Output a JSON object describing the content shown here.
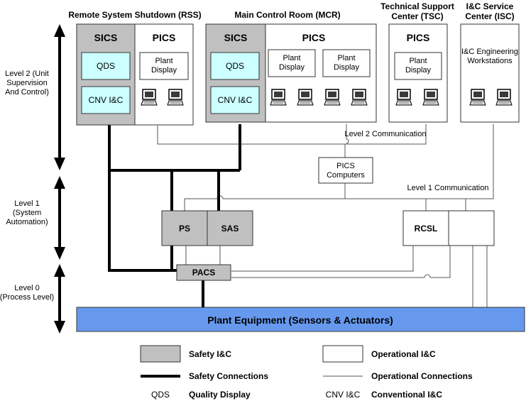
{
  "headers": {
    "rss": "Remote System Shutdown (RSS)",
    "mcr": "Main Control Room (MCR)",
    "tsc_line1": "Technical Support",
    "tsc_line2": "Center (TSC)",
    "isc_line1": "I&C Service",
    "isc_line2": "Center (ISC)"
  },
  "levels": {
    "l2": [
      "Level 2 (Unit",
      "Supervision",
      "And Control)"
    ],
    "l1": [
      "Level 1",
      "(System",
      "Automation)"
    ],
    "l0": [
      "Level 0",
      "(Process Level)"
    ]
  },
  "boxes": {
    "sics": "SICS",
    "pics": "PICS",
    "qds": "QDS",
    "cnv": "CNV I&C",
    "plant_display": [
      "Plant",
      "Display"
    ],
    "isc_workstations": [
      "I&C Engineering",
      "Workstations"
    ],
    "pics_computers": [
      "PICS",
      "Computers"
    ],
    "ps": "PS",
    "sas": "SAS",
    "rcsl": "RCSL",
    "pacs": "PACS",
    "plant_equipment": "Plant Equipment (Sensors & Actuators)"
  },
  "comm": {
    "level2": "Level 2 Communication",
    "level1": "Level 1 Communication"
  },
  "legend": {
    "safety_ic": "Safety I&C",
    "operational_ic": "Operational I&C",
    "safety_conn": "Safety Connections",
    "operational_conn": "Operational Connections",
    "qds_abbr": "QDS",
    "qds_full": "Quality Display",
    "cnv_abbr": "CNV I&C",
    "cnv_full": "Conventional I&C"
  },
  "colors": {
    "safety_gray": "#c0c0c0",
    "display_cyan": "#ccffff",
    "equipment_blue": "#6699ee"
  },
  "icons": [
    "computer-icon"
  ]
}
